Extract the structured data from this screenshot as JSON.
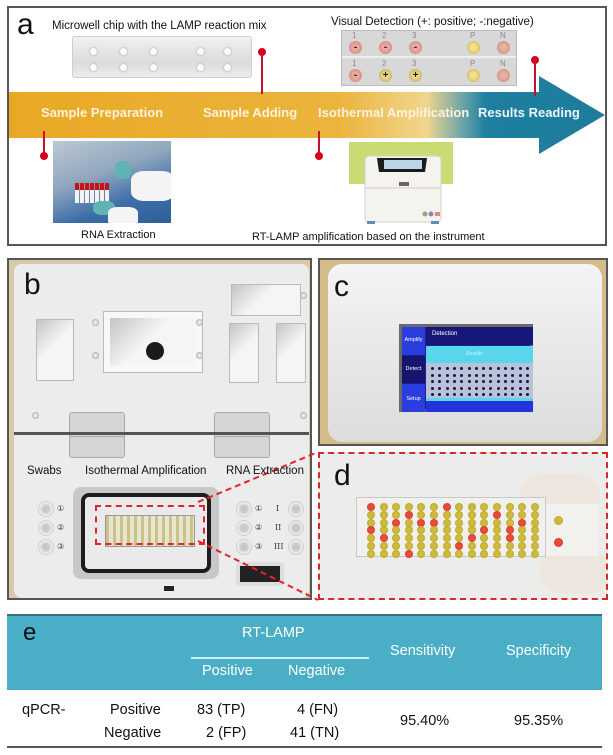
{
  "panel_a": {
    "letter": "a",
    "chip_caption": "Microwell chip with the LAMP reaction mix",
    "detection_caption": "Visual Detection (+: positive; -:negative)",
    "detection_rows": [
      {
        "labels": [
          "1",
          "2",
          "3",
          "P",
          "N"
        ],
        "symbols": [
          "-",
          "-",
          "-",
          "",
          ""
        ]
      },
      {
        "labels": [
          "1",
          "2",
          "3",
          "P",
          "N"
        ],
        "symbols": [
          "-",
          "+",
          "+",
          "",
          ""
        ]
      }
    ],
    "stages": [
      "Sample Preparation",
      "Sample Adding",
      "Isothermal Amplification",
      "Results Reading"
    ],
    "rna_caption": "RNA Extraction",
    "instrument_caption": "RT-LAMP amplification based on the instrument",
    "colors": {
      "arrow_orange": "#e9a824",
      "arrow_teal": "#1e7fa0",
      "connector_red": "#d6001c"
    }
  },
  "panel_b": {
    "letter": "b",
    "labels": [
      "Swabs",
      "Isothermal Amplification",
      "RNA Extraction"
    ],
    "left_port_numbers": [
      "①",
      "②",
      "③"
    ],
    "middle_port_numbers": [
      "①",
      "②",
      "③"
    ],
    "right_port_numbers": [
      "I",
      "II",
      "III"
    ]
  },
  "panel_c": {
    "letter": "c",
    "screen_menu": [
      "Amplify",
      "Detect",
      "Setup"
    ],
    "screen_header": "Detection",
    "screen_band": "Results"
  },
  "panel_d": {
    "letter": "d",
    "plate": {
      "columns": 14,
      "rows": 7,
      "positive_wells": [
        [
          0,
          0
        ],
        [
          0,
          6
        ],
        [
          1,
          3
        ],
        [
          1,
          10
        ],
        [
          2,
          2
        ],
        [
          2,
          4
        ],
        [
          2,
          5
        ],
        [
          2,
          12
        ],
        [
          3,
          0
        ],
        [
          3,
          9
        ],
        [
          3,
          11
        ],
        [
          4,
          1
        ],
        [
          4,
          8
        ],
        [
          4,
          11
        ],
        [
          5,
          7
        ],
        [
          6,
          3
        ]
      ],
      "control_positive": "yellow",
      "control_negative": "red"
    }
  },
  "panel_e": {
    "letter": "e",
    "group_header": "RT-LAMP",
    "col_headers": [
      "Positive",
      "Negative"
    ],
    "metric_headers": [
      "Sensitivity",
      "Specificity"
    ],
    "row_group": "qPCR-",
    "rows": [
      {
        "label": "Positive",
        "values": [
          "83 (TP)",
          "4 (FN)"
        ]
      },
      {
        "label": "Negative",
        "values": [
          "2 (FP)",
          "41 (TN)"
        ]
      }
    ],
    "sensitivity": "95.40%",
    "specificity": "95.35%",
    "colors": {
      "header_bg": "#4aaec6",
      "header_text": "#ffffff"
    }
  }
}
